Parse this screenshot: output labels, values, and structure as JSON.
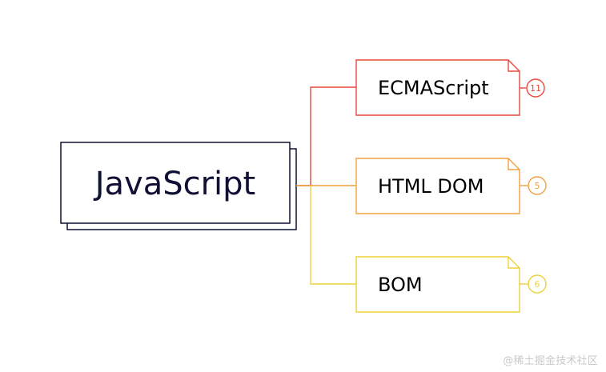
{
  "root": {
    "label": "JavaScript",
    "color": "#0f1033"
  },
  "branches": [
    {
      "label": "ECMAScript",
      "badge": "11",
      "color": "#e8493c"
    },
    {
      "label": "HTML DOM",
      "badge": "5",
      "color": "#f0a040"
    },
    {
      "label": "BOM",
      "badge": "6",
      "color": "#ecd23a"
    }
  ],
  "watermark": "@稀土掘金技术社区"
}
